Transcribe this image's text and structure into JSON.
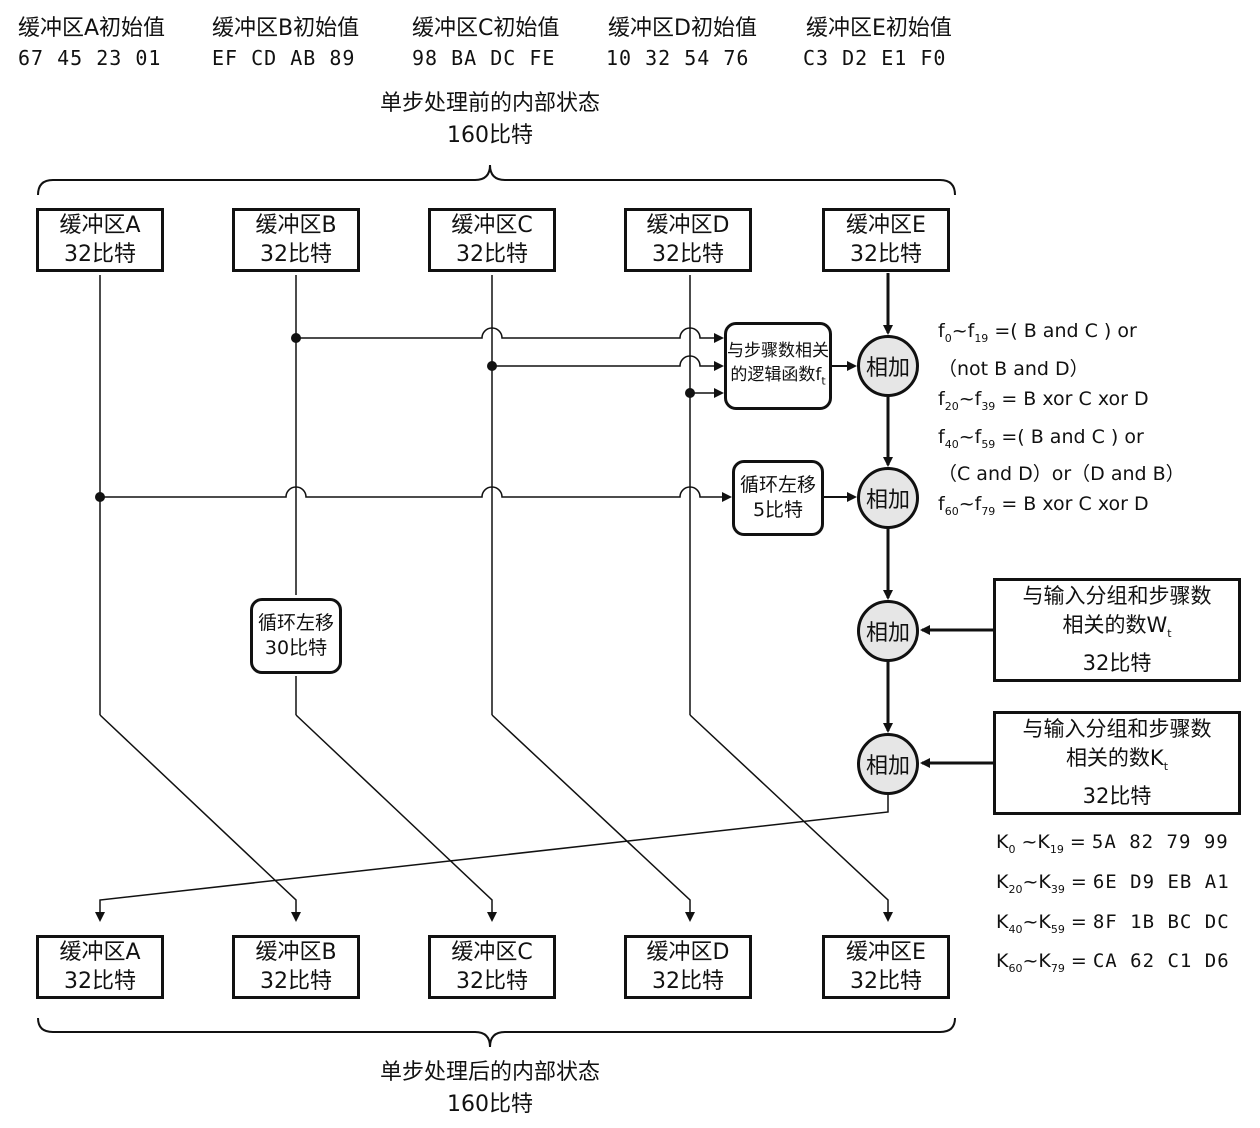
{
  "initial_values": [
    {
      "label": "缓冲区A初始值",
      "hex": "67  45  23  01"
    },
    {
      "label": "缓冲区B初始值",
      "hex": "EF  CD  AB  89"
    },
    {
      "label": "缓冲区C初始值",
      "hex": "98  BA  DC  FE"
    },
    {
      "label": "缓冲区D初始值",
      "hex": "10  32  54  76"
    },
    {
      "label": "缓冲区E初始值",
      "hex": "C3  D2  E1  F0"
    }
  ],
  "state_before": {
    "line1": "单步处理前的内部状态",
    "line2": "160比特"
  },
  "state_after": {
    "line1": "单步处理后的内部状态",
    "line2": "160比特"
  },
  "buffers_top": [
    {
      "name": "缓冲区A",
      "bits": "32比特"
    },
    {
      "name": "缓冲区B",
      "bits": "32比特"
    },
    {
      "name": "缓冲区C",
      "bits": "32比特"
    },
    {
      "name": "缓冲区D",
      "bits": "32比特"
    },
    {
      "name": "缓冲区E",
      "bits": "32比特"
    }
  ],
  "buffers_bottom": [
    {
      "name": "缓冲区A",
      "bits": "32比特"
    },
    {
      "name": "缓冲区B",
      "bits": "32比特"
    },
    {
      "name": "缓冲区C",
      "bits": "32比特"
    },
    {
      "name": "缓冲区D",
      "bits": "32比特"
    },
    {
      "name": "缓冲区E",
      "bits": "32比特"
    }
  ],
  "logic_fn": {
    "line1": "与步骤数相关",
    "line2": "的逻辑函数f",
    "sub": "t"
  },
  "rotl5": {
    "line1": "循环左移",
    "line2": "5比特"
  },
  "rotl30": {
    "line1": "循环左移",
    "line2": "30比特"
  },
  "add_label": "相加",
  "w_input": {
    "line1": "与输入分组和步骤数",
    "line2": "相关的数W",
    "sub": "t",
    "line3": "32比特"
  },
  "k_input": {
    "line1": "与输入分组和步骤数",
    "line2": "相关的数K",
    "sub": "t",
    "line3": "32比特"
  },
  "formulas": [
    {
      "f": "f",
      "s1": "0",
      "t": "~f",
      "s2": "19",
      "expr": " =( B  and  C ) or"
    },
    {
      "f": "",
      "s1": "",
      "t": "",
      "s2": "",
      "expr": "（not  B  and  D）"
    },
    {
      "f": "f",
      "s1": "20",
      "t": "~f",
      "s2": "39",
      "expr": " = B  xor  C  xor D"
    },
    {
      "f": "f",
      "s1": "40",
      "t": "~f",
      "s2": "59",
      "expr": " =( B  and  C ) or"
    },
    {
      "f": "",
      "s1": "",
      "t": "",
      "s2": "",
      "expr": "（C  and  D）or（D  and  B）"
    },
    {
      "f": "f",
      "s1": "60",
      "t": "~f",
      "s2": "79",
      "expr": " = B  xor  C  xor  D"
    }
  ],
  "k_constants": [
    {
      "s1": "0",
      "s2": "19",
      "hex": "5A 82 79 99"
    },
    {
      "s1": "20",
      "s2": "39",
      "hex": "6E D9 EB A1"
    },
    {
      "s1": "40",
      "s2": "59",
      "hex": "8F 1B BC DC"
    },
    {
      "s1": "60",
      "s2": "79",
      "hex": "CA 62 C1 D6"
    }
  ]
}
